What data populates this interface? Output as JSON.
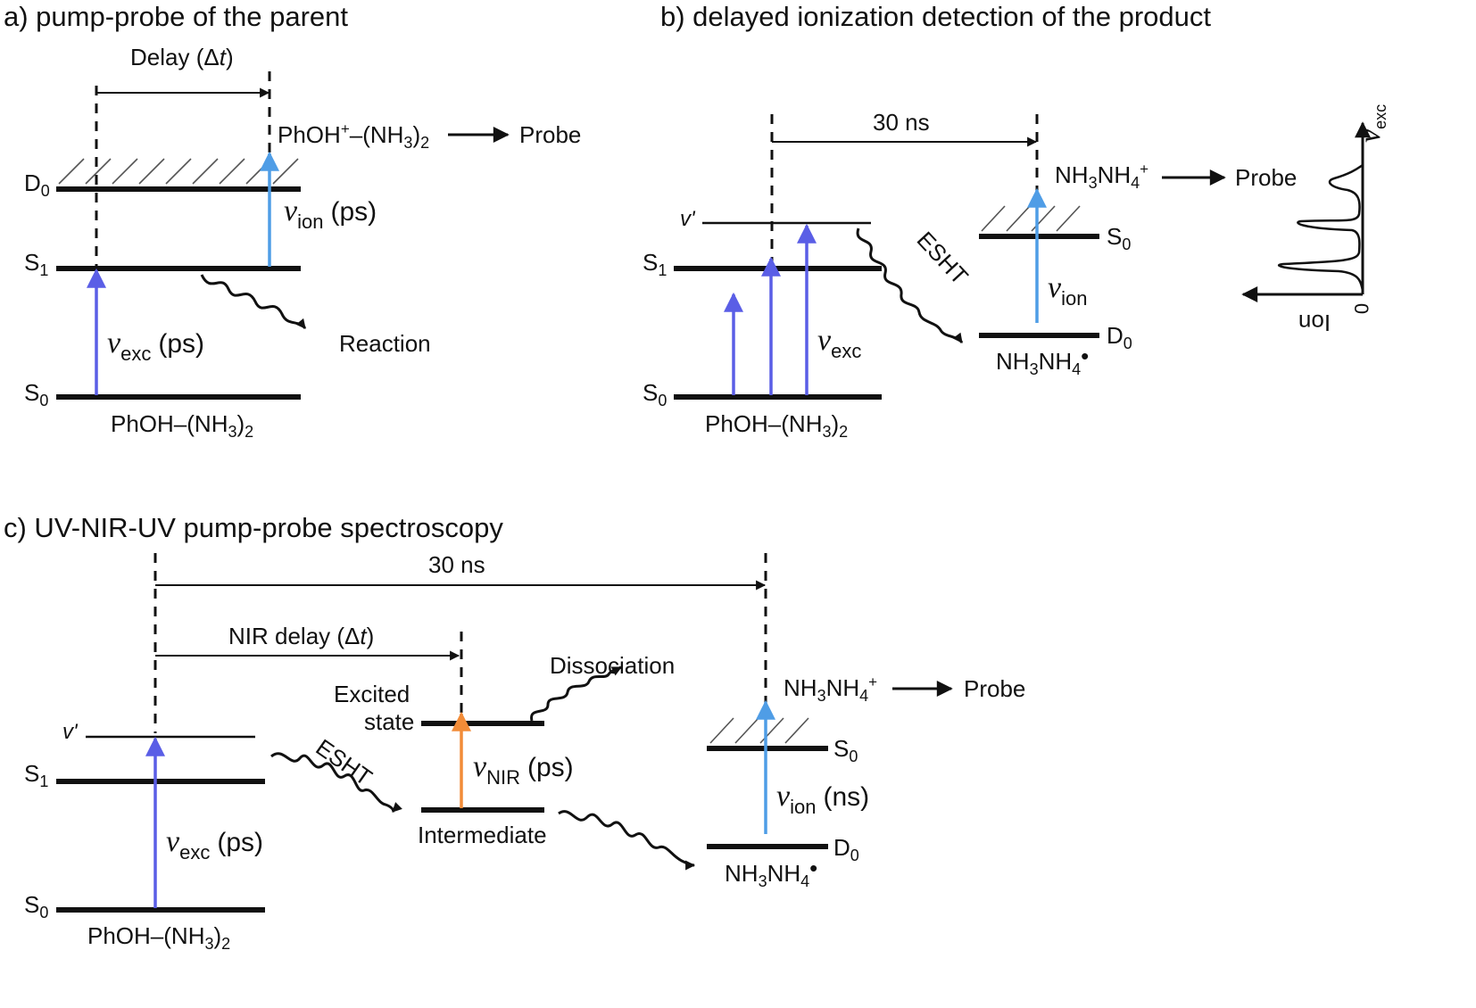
{
  "colors": {
    "exc": "#5a5ee6",
    "ion": "#4f9de6",
    "nir": "#f28c38",
    "ink": "#111111"
  },
  "panel_a": {
    "title": "a) pump-probe of the parent",
    "delay_label": "Delay (",
    "delay_sym": "Δ",
    "delay_t": "t",
    "delay_close": ")",
    "cation": "PhOH",
    "cation_plus": "+",
    "cation_mid": "–(NH",
    "cation_sub": "3",
    "cation_close": ")",
    "cation_sub2": "2",
    "probe": "Probe",
    "d0": "D",
    "d0_sub": "0",
    "s1": "S",
    "s1_sub": "1",
    "s0": "S",
    "s0_sub": "0",
    "nu": "ν",
    "ion_sub": "ion",
    "ps": "(ps)",
    "exc_sub": "exc",
    "reaction": "Reaction",
    "molecule": "PhOH–(NH",
    "mol_sub": "3",
    "mol_close": ")",
    "mol_sub2": "2"
  },
  "panel_b": {
    "title": "b) delayed ionization detection of the product",
    "delay": "30 ns",
    "product_cation": "NH",
    "pc_sub1": "3",
    "pc_mid": "NH",
    "pc_sub2": "4",
    "pc_plus": "+",
    "probe": "Probe",
    "v_prime": "v'",
    "s1": "S",
    "s1_sub": "1",
    "s0": "S",
    "s0_sub": "0",
    "esht": "ESHT",
    "prod_s0": "S",
    "prod_s0_sub": "0",
    "prod_d0": "D",
    "prod_d0_sub": "0",
    "nu": "ν",
    "ion_sub": "ion",
    "exc_sub": "exc",
    "radical": "NH",
    "rad_sub1": "3",
    "rad_mid": "NH",
    "rad_sub2": "4",
    "rad_dot": "•",
    "molecule": "PhOH–(NH",
    "mol_sub": "3",
    "mol_close": ")",
    "mol_sub2": "2",
    "spectrum_x_axis": "Ion",
    "spectrum_zero": "0",
    "spectrum_y_nu": "ν",
    "spectrum_y_sub": "exc"
  },
  "panel_c": {
    "title": "c) UV-NIR-UV pump-probe spectroscopy",
    "delay_long": "30 ns",
    "nir_delay": "NIR delay (",
    "nir_sym": "Δ",
    "nir_t": "t",
    "nir_close": ")",
    "v_prime": "v'",
    "s1": "S",
    "s1_sub": "1",
    "s0": "S",
    "s0_sub": "0",
    "nu": "ν",
    "exc_sub": "exc",
    "ps": "(ps)",
    "esht": "ESHT",
    "excited_1": "Excited",
    "excited_2": "state",
    "dissociation": "Dissociation",
    "nir_sub": "NIR",
    "intermediate": "Intermediate",
    "product_cation": "NH",
    "pc_sub1": "3",
    "pc_mid": "NH",
    "pc_sub2": "4",
    "pc_plus": "+",
    "probe": "Probe",
    "prod_s0": "S",
    "prod_s0_sub": "0",
    "prod_d0": "D",
    "prod_d0_sub": "0",
    "ion_sub": "ion",
    "ns": "(ns)",
    "radical": "NH",
    "rad_sub1": "3",
    "rad_mid": "NH",
    "rad_sub2": "4",
    "rad_dot": "•",
    "molecule": "PhOH–(NH",
    "mol_sub": "3",
    "mol_close": ")",
    "mol_sub2": "2"
  }
}
